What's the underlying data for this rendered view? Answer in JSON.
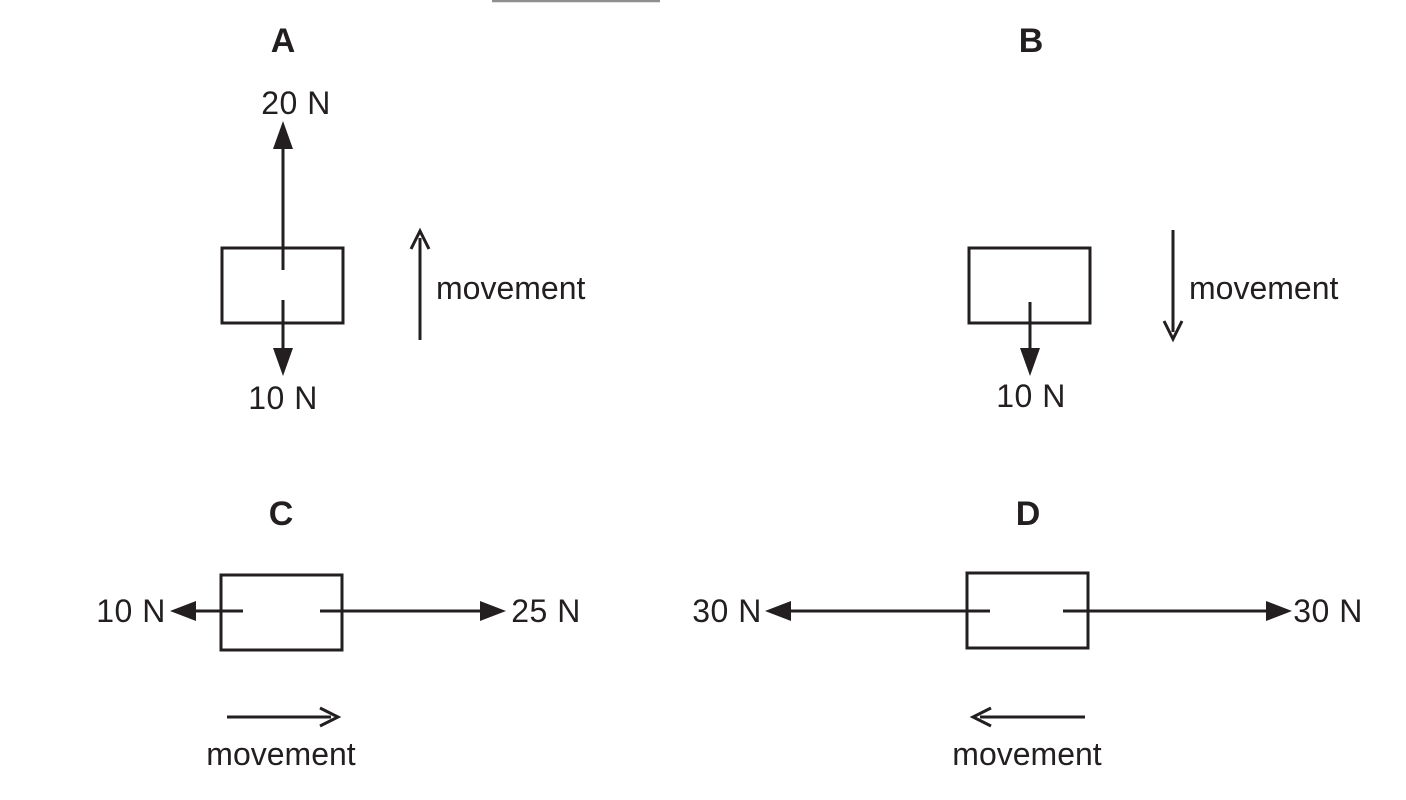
{
  "figure": {
    "ink_color": "#231f20",
    "divider_color": "#8f8f8f"
  },
  "diagrams": [
    {
      "label": "A",
      "force_up": "20 N",
      "force_down": "10 N",
      "movement_label": "movement",
      "movement_direction": "up"
    },
    {
      "label": "B",
      "force_down": "10 N",
      "movement_label": "movement",
      "movement_direction": "down"
    },
    {
      "label": "C",
      "force_left": "10 N",
      "force_right": "25 N",
      "movement_label": "movement",
      "movement_direction": "right"
    },
    {
      "label": "D",
      "force_left": "30 N",
      "force_right": "30 N",
      "movement_label": "movement",
      "movement_direction": "left"
    }
  ]
}
